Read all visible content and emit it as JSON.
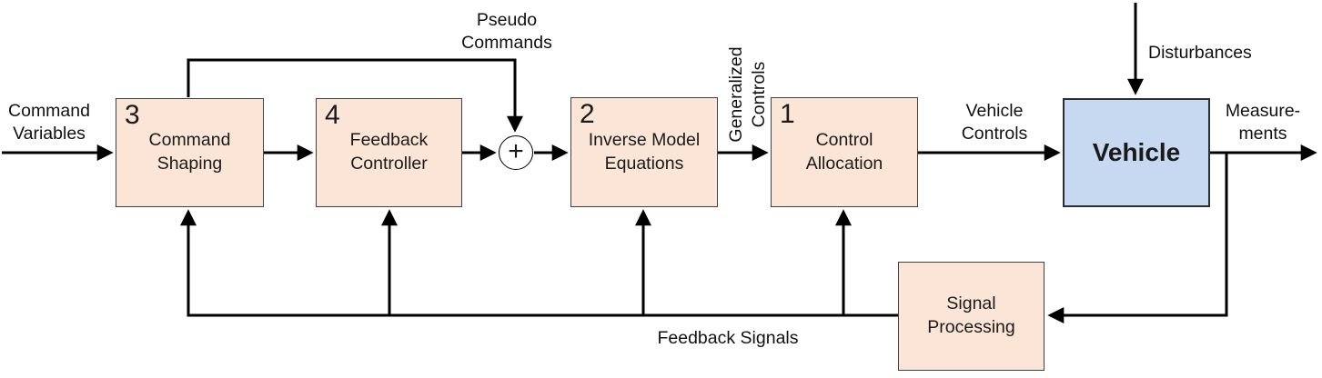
{
  "diagram_type": "control-system-block-diagram",
  "blocks": {
    "command_shaping": {
      "number": "3",
      "label": "Command\nShaping"
    },
    "feedback_controller": {
      "number": "4",
      "label": "Feedback\nController"
    },
    "inverse_model": {
      "number": "2",
      "label": "Inverse Model\nEquations"
    },
    "control_allocation": {
      "number": "1",
      "label": "Control\nAllocation"
    },
    "vehicle": {
      "label": "Vehicle"
    },
    "signal_processing": {
      "label": "Signal\nProcessing"
    }
  },
  "sum_junction": {
    "symbol": "+"
  },
  "signal_labels": {
    "command_variables": "Command\nVariables",
    "pseudo_commands": "Pseudo\nCommands",
    "generalized_controls": "Generalized\nControls",
    "vehicle_controls": "Vehicle\nControls",
    "disturbances": "Disturbances",
    "measurements": "Measure-\nments",
    "feedback_signals": "Feedback Signals"
  },
  "colors": {
    "block_fill": "#FBE5D6",
    "block_border": "#404040",
    "vehicle_fill": "#C6D9F0",
    "vehicle_border": "#2E2E2E",
    "connector": "#000000",
    "background": "#FFFFFF"
  }
}
